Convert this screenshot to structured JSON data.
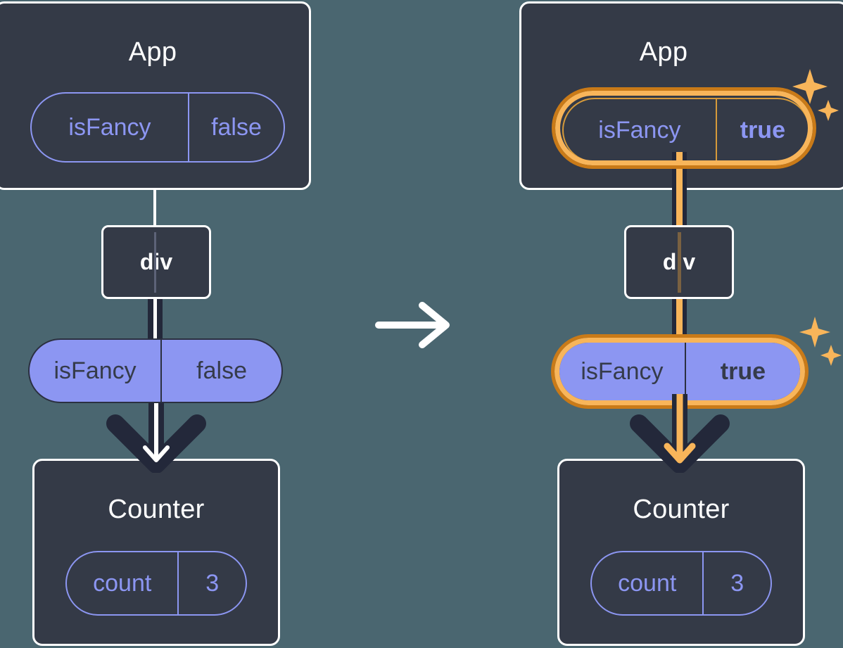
{
  "meta": {
    "title": "React state propagation diagram",
    "background_color": "#4a6670",
    "panel_fill": "#343a47",
    "panel_stroke": "#ffffff",
    "accent_purple": "#8c96f2",
    "accent_amber": "#f8b55a",
    "accent_amber_dark": "#c97a18",
    "dark_line": "#23283a"
  },
  "transition": {
    "arrow_icon": "arrow-right-icon",
    "color": "#ffffff"
  },
  "before": {
    "app": {
      "title": "App",
      "state": {
        "key": "isFancy",
        "value": "false",
        "highlighted": false,
        "value_bold": false
      }
    },
    "div": {
      "label": "div"
    },
    "props": {
      "key": "isFancy",
      "value": "false",
      "highlighted": false,
      "value_bold": false
    },
    "counter": {
      "title": "Counter",
      "state": {
        "key": "count",
        "value": "3",
        "highlighted": false
      }
    },
    "arrow": {
      "icon": "arrow-down-icon",
      "inner_color": "#ffffff",
      "outer_color": "#23283a"
    },
    "sparkles_visible": false
  },
  "after": {
    "app": {
      "title": "App",
      "state": {
        "key": "isFancy",
        "value": "true",
        "highlighted": true,
        "value_bold": true
      }
    },
    "div": {
      "label": "div"
    },
    "props": {
      "key": "isFancy",
      "value": "true",
      "highlighted": true,
      "value_bold": true
    },
    "counter": {
      "title": "Counter",
      "state": {
        "key": "count",
        "value": "3",
        "highlighted": false
      }
    },
    "arrow": {
      "icon": "arrow-down-icon",
      "inner_color": "#f8b55a",
      "outer_color": "#23283a"
    },
    "sparkles_visible": true,
    "sparkle_icon": "sparkle-icon"
  }
}
